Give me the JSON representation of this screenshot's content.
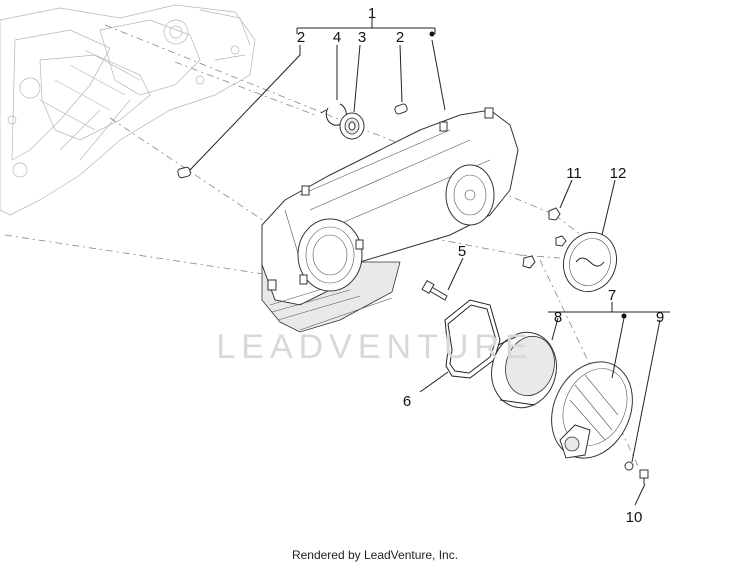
{
  "callouts": [
    {
      "id": "c1",
      "label": "1"
    },
    {
      "id": "c2a",
      "label": "2"
    },
    {
      "id": "c4",
      "label": "4"
    },
    {
      "id": "c3",
      "label": "3"
    },
    {
      "id": "c2b",
      "label": "2"
    },
    {
      "id": "c5",
      "label": "5"
    },
    {
      "id": "c6",
      "label": "6"
    },
    {
      "id": "c7",
      "label": "7"
    },
    {
      "id": "c8",
      "label": "8"
    },
    {
      "id": "c9",
      "label": "9"
    },
    {
      "id": "c10",
      "label": "10"
    },
    {
      "id": "c11",
      "label": "11"
    },
    {
      "id": "c12",
      "label": "12"
    }
  ],
  "watermark": "LEADVENTURE",
  "footer": "Rendered by LeadVenture, Inc."
}
